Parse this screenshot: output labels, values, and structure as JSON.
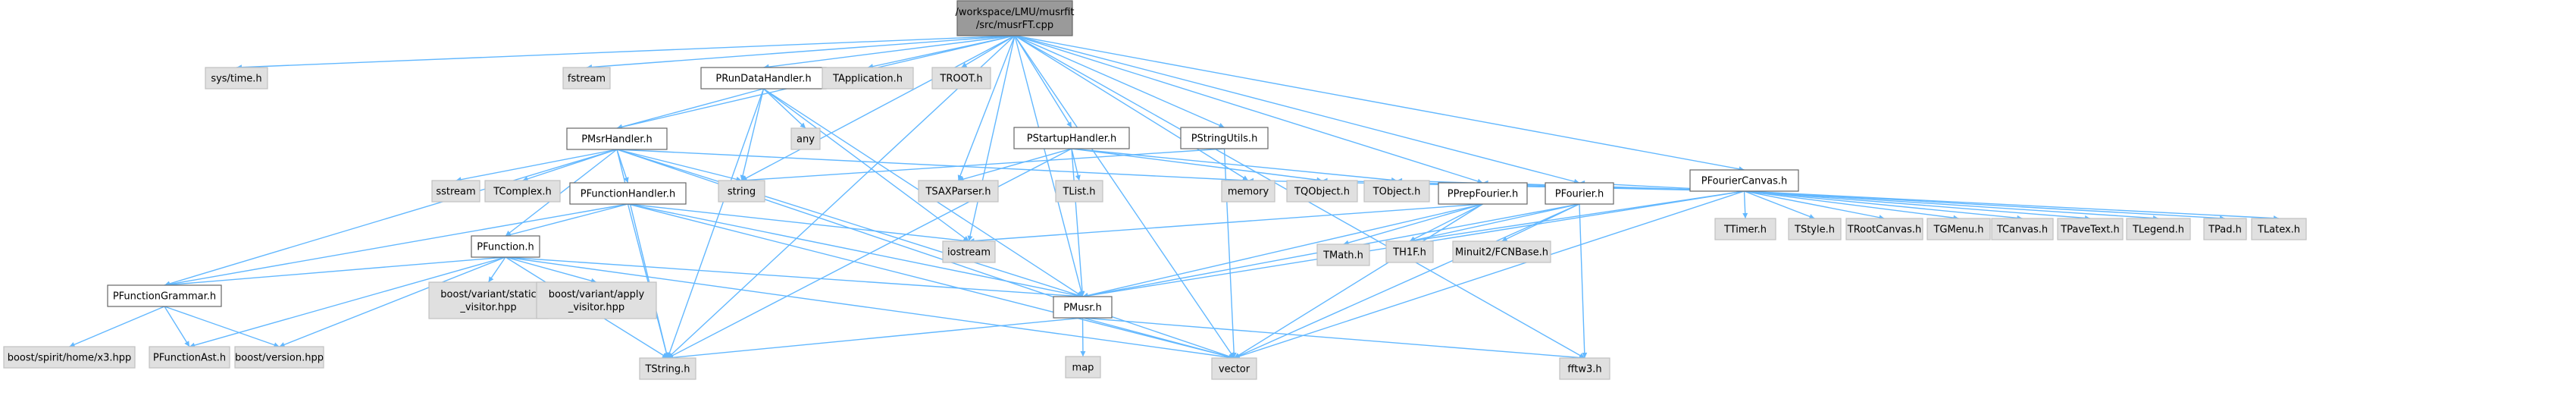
{
  "graph": {
    "root": "root",
    "colors": {
      "root_fill": "#9a9a9a",
      "internal_fill": "#ffffff",
      "external_fill": "#e0e0e0",
      "external_border": "#c0c0c0",
      "node_border": "#666666",
      "edge": "#63b8ff"
    },
    "nodes": [
      {
        "id": "root",
        "label": "/workspace/LMU/musrfit/src/musrFT.cpp",
        "lines": [
          "/workspace/LMU/musrfit",
          "/src/musrFT.cpp"
        ],
        "kind": "root"
      },
      {
        "id": "systime",
        "label": "sys/time.h",
        "kind": "external"
      },
      {
        "id": "fstream",
        "label": "fstream",
        "kind": "external"
      },
      {
        "id": "prundata",
        "label": "PRunDataHandler.h",
        "kind": "internal"
      },
      {
        "id": "tapp",
        "label": "TApplication.h",
        "kind": "external"
      },
      {
        "id": "troot",
        "label": "TROOT.h",
        "kind": "external"
      },
      {
        "id": "pstartup",
        "label": "PStartupHandler.h",
        "kind": "internal"
      },
      {
        "id": "pstringutils",
        "label": "PStringUtils.h",
        "kind": "internal"
      },
      {
        "id": "pfcanvas",
        "label": "PFourierCanvas.h",
        "kind": "internal"
      },
      {
        "id": "pmsr",
        "label": "PMsrHandler.h",
        "kind": "internal"
      },
      {
        "id": "any",
        "label": "any",
        "kind": "external"
      },
      {
        "id": "sstream",
        "label": "sstream",
        "kind": "external"
      },
      {
        "id": "tcomplex",
        "label": "TComplex.h",
        "kind": "external"
      },
      {
        "id": "string",
        "label": "string",
        "kind": "external"
      },
      {
        "id": "tsaxparser",
        "label": "TSAXParser.h",
        "kind": "external"
      },
      {
        "id": "tlist",
        "label": "TList.h",
        "kind": "external"
      },
      {
        "id": "memory",
        "label": "memory",
        "kind": "external"
      },
      {
        "id": "tqobject",
        "label": "TQObject.h",
        "kind": "external"
      },
      {
        "id": "tobject",
        "label": "TObject.h",
        "kind": "external"
      },
      {
        "id": "pprepfourier",
        "label": "PPrepFourier.h",
        "kind": "internal"
      },
      {
        "id": "pfourier",
        "label": "PFourier.h",
        "kind": "internal"
      },
      {
        "id": "ttimer",
        "label": "TTimer.h",
        "kind": "external"
      },
      {
        "id": "tstyle",
        "label": "TStyle.h",
        "kind": "external"
      },
      {
        "id": "trootcanvas",
        "label": "TRootCanvas.h",
        "kind": "external"
      },
      {
        "id": "tgmenu",
        "label": "TGMenu.h",
        "kind": "external"
      },
      {
        "id": "tcanvas",
        "label": "TCanvas.h",
        "kind": "external"
      },
      {
        "id": "tpavetext",
        "label": "TPaveText.h",
        "kind": "external"
      },
      {
        "id": "tlegend",
        "label": "TLegend.h",
        "kind": "external"
      },
      {
        "id": "tpad",
        "label": "TPad.h",
        "kind": "external"
      },
      {
        "id": "tlatex",
        "label": "TLatex.h",
        "kind": "external"
      },
      {
        "id": "pfunchandler",
        "label": "PFunctionHandler.h",
        "kind": "internal"
      },
      {
        "id": "iostream",
        "label": "iostream",
        "kind": "external"
      },
      {
        "id": "tmath",
        "label": "TMath.h",
        "kind": "external"
      },
      {
        "id": "th1f",
        "label": "TH1F.h",
        "kind": "external"
      },
      {
        "id": "minuit",
        "label": "Minuit2/FCNBase.h",
        "kind": "external"
      },
      {
        "id": "pfunction",
        "label": "PFunction.h",
        "kind": "internal"
      },
      {
        "id": "bvstatic",
        "label": "boost/variant/static_visitor.hpp",
        "lines": [
          "boost/variant/static",
          "_visitor.hpp"
        ],
        "kind": "external"
      },
      {
        "id": "bvapply",
        "label": "boost/variant/apply_visitor.hpp",
        "lines": [
          "boost/variant/apply",
          "_visitor.hpp"
        ],
        "kind": "external"
      },
      {
        "id": "pfgrammar",
        "label": "PFunctionGrammar.h",
        "kind": "internal"
      },
      {
        "id": "pmusr",
        "label": "PMusr.h",
        "kind": "internal"
      },
      {
        "id": "bspirit",
        "label": "boost/spirit/home/x3.hpp",
        "kind": "external"
      },
      {
        "id": "pfast",
        "label": "PFunctionAst.h",
        "kind": "external"
      },
      {
        "id": "bversion",
        "label": "boost/version.hpp",
        "kind": "external"
      },
      {
        "id": "tstring",
        "label": "TString.h",
        "kind": "external"
      },
      {
        "id": "map",
        "label": "map",
        "kind": "external"
      },
      {
        "id": "vector",
        "label": "vector",
        "kind": "external"
      },
      {
        "id": "fftw3",
        "label": "fftw3.h",
        "kind": "external"
      }
    ],
    "edges": [
      [
        "root",
        "systime"
      ],
      [
        "root",
        "fstream"
      ],
      [
        "root",
        "prundata"
      ],
      [
        "root",
        "tapp"
      ],
      [
        "root",
        "troot"
      ],
      [
        "root",
        "pstartup"
      ],
      [
        "root",
        "pstringutils"
      ],
      [
        "root",
        "pfcanvas"
      ],
      [
        "root",
        "pmsr"
      ],
      [
        "root",
        "string"
      ],
      [
        "root",
        "tsaxparser"
      ],
      [
        "root",
        "memory"
      ],
      [
        "root",
        "pprepfourier"
      ],
      [
        "root",
        "pfourier"
      ],
      [
        "root",
        "iostream"
      ],
      [
        "root",
        "pmusr"
      ],
      [
        "root",
        "tstring"
      ],
      [
        "root",
        "vector"
      ],
      [
        "root",
        "fftw3"
      ],
      [
        "prundata",
        "pmsr"
      ],
      [
        "prundata",
        "any"
      ],
      [
        "prundata",
        "string"
      ],
      [
        "prundata",
        "iostream"
      ],
      [
        "prundata",
        "pmusr"
      ],
      [
        "prundata",
        "tstring"
      ],
      [
        "pstartup",
        "tsaxparser"
      ],
      [
        "pstartup",
        "tlist"
      ],
      [
        "pstartup",
        "tqobject"
      ],
      [
        "pstartup",
        "tobject"
      ],
      [
        "pstartup",
        "pmusr"
      ],
      [
        "pstartup",
        "tstring"
      ],
      [
        "pstringutils",
        "string"
      ],
      [
        "pstringutils",
        "vector"
      ],
      [
        "pmsr",
        "sstream"
      ],
      [
        "pmsr",
        "tcomplex"
      ],
      [
        "pmsr",
        "string"
      ],
      [
        "pmsr",
        "memory"
      ],
      [
        "pmsr",
        "pfunchandler"
      ],
      [
        "pmsr",
        "pfunction"
      ],
      [
        "pmsr",
        "pfgrammar"
      ],
      [
        "pmsr",
        "pmusr"
      ],
      [
        "pmsr",
        "tstring"
      ],
      [
        "pmsr",
        "vector"
      ],
      [
        "pfcanvas",
        "memory"
      ],
      [
        "pfcanvas",
        "tqobject"
      ],
      [
        "pfcanvas",
        "tobject"
      ],
      [
        "pfcanvas",
        "pprepfourier"
      ],
      [
        "pfcanvas",
        "pfourier"
      ],
      [
        "pfcanvas",
        "ttimer"
      ],
      [
        "pfcanvas",
        "tstyle"
      ],
      [
        "pfcanvas",
        "trootcanvas"
      ],
      [
        "pfcanvas",
        "tgmenu"
      ],
      [
        "pfcanvas",
        "tcanvas"
      ],
      [
        "pfcanvas",
        "tpavetext"
      ],
      [
        "pfcanvas",
        "tlegend"
      ],
      [
        "pfcanvas",
        "tpad"
      ],
      [
        "pfcanvas",
        "tlatex"
      ],
      [
        "pfcanvas",
        "th1f"
      ],
      [
        "pfcanvas",
        "pmusr"
      ],
      [
        "pfcanvas",
        "vector"
      ],
      [
        "pprepfourier",
        "iostream"
      ],
      [
        "pprepfourier",
        "tmath"
      ],
      [
        "pprepfourier",
        "th1f"
      ],
      [
        "pprepfourier",
        "pmusr"
      ],
      [
        "pprepfourier",
        "vector"
      ],
      [
        "pfourier",
        "th1f"
      ],
      [
        "pfourier",
        "minuit"
      ],
      [
        "pfourier",
        "pmusr"
      ],
      [
        "pfourier",
        "vector"
      ],
      [
        "pfourier",
        "fftw3"
      ],
      [
        "pfunchandler",
        "iostream"
      ],
      [
        "pfunchandler",
        "pfunction"
      ],
      [
        "pfunchandler",
        "pfgrammar"
      ],
      [
        "pfunchandler",
        "pmusr"
      ],
      [
        "pfunchandler",
        "tstring"
      ],
      [
        "pfunchandler",
        "vector"
      ],
      [
        "pfunction",
        "bvstatic"
      ],
      [
        "pfunction",
        "bvapply"
      ],
      [
        "pfunction",
        "pfgrammar"
      ],
      [
        "pfunction",
        "pfast"
      ],
      [
        "pfunction",
        "bversion"
      ],
      [
        "pfunction",
        "pmusr"
      ],
      [
        "pfunction",
        "tstring"
      ],
      [
        "pfunction",
        "vector"
      ],
      [
        "pfgrammar",
        "bspirit"
      ],
      [
        "pfgrammar",
        "pfast"
      ],
      [
        "pfgrammar",
        "bversion"
      ],
      [
        "pmusr",
        "map"
      ],
      [
        "pmusr",
        "vector"
      ],
      [
        "pmusr",
        "tstring"
      ],
      [
        "pmusr",
        "fftw3"
      ]
    ]
  }
}
